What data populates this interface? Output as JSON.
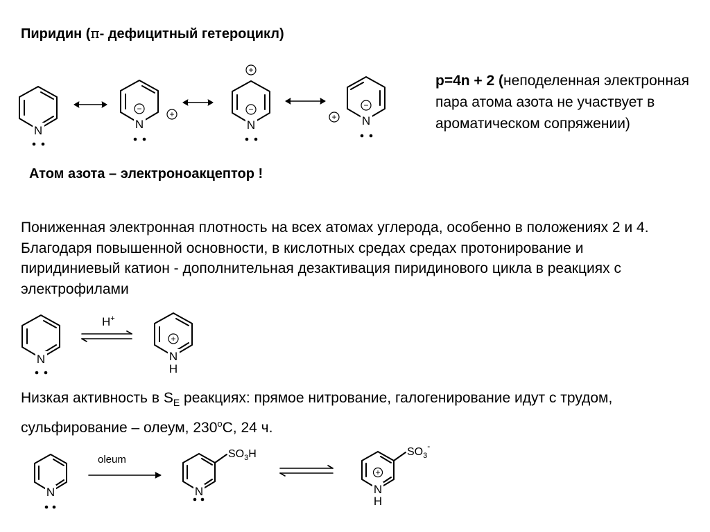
{
  "title": {
    "prefix": "Пиридин  (",
    "pi": "π",
    "suffix": "- дефицитный гетероцикл)"
  },
  "rule": {
    "formula": "p=4n + 2 (",
    "text": "неподеленная электронная пара атома азота не участвует в ароматическом сопряжении)"
  },
  "acceptor_note": "Атом азота – электроноакцептор !",
  "paragraph": "Пониженная электронная плотность на всех атомах углерода, особенно в положениях 2 и 4. Благодаря повышенной основности, в кислотных средах средах протонирование  и пиридиниевый катион - дополнительная дезактивация пиридинового цикла в реакциях с электрофилами",
  "se_paragraph": {
    "before": "Низкая активность в S",
    "subscript": "E",
    "middle": " реакциях: прямое нитрование, галогенирование идут с трудом, сульфирование – олеум, 230",
    "superscript": "o",
    "after": "С, 24 ч."
  },
  "labels": {
    "nitrogen": "N",
    "hydrogen": "H",
    "proton": "H",
    "proton_charge": "+",
    "oleum": "oleum",
    "so3h_main": "SO",
    "so3h_sub": "3",
    "so3h_tail": "H",
    "so3_main": "SO",
    "so3_sub": "3",
    "so3_charge": "-",
    "plus_sign": "+",
    "minus_sign": "−"
  }
}
